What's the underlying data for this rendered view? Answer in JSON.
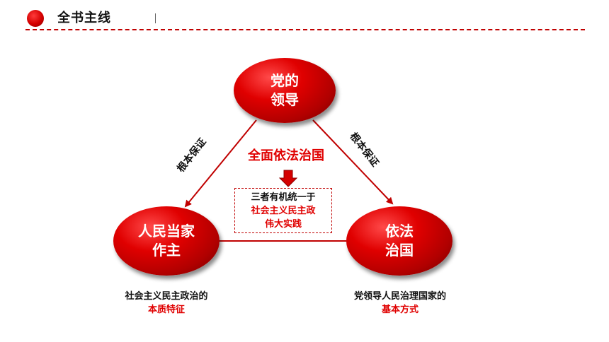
{
  "header": {
    "title": "全书主线"
  },
  "nodes": {
    "party": {
      "line1": "党的",
      "line2": "领导"
    },
    "people": {
      "line1": "人民当家",
      "line2": "作主"
    },
    "law": {
      "line1": "依法",
      "line2": "治国"
    }
  },
  "edges": {
    "left_label": "根本保证",
    "right_label": "根本保证"
  },
  "center": {
    "title": "全面依法治国",
    "box_line1": "三者有机统一于",
    "box_line2": "社会主义民主政",
    "box_line3": "伟大实践"
  },
  "captions": {
    "people_main": "社会主义民主政治的",
    "people_accent": "本质特征",
    "law_main": "党领导人民治理国家的",
    "law_accent": "基本方式"
  },
  "colors": {
    "accent": "#e00000",
    "node_fill": "#c00000",
    "line": "#c00000"
  }
}
